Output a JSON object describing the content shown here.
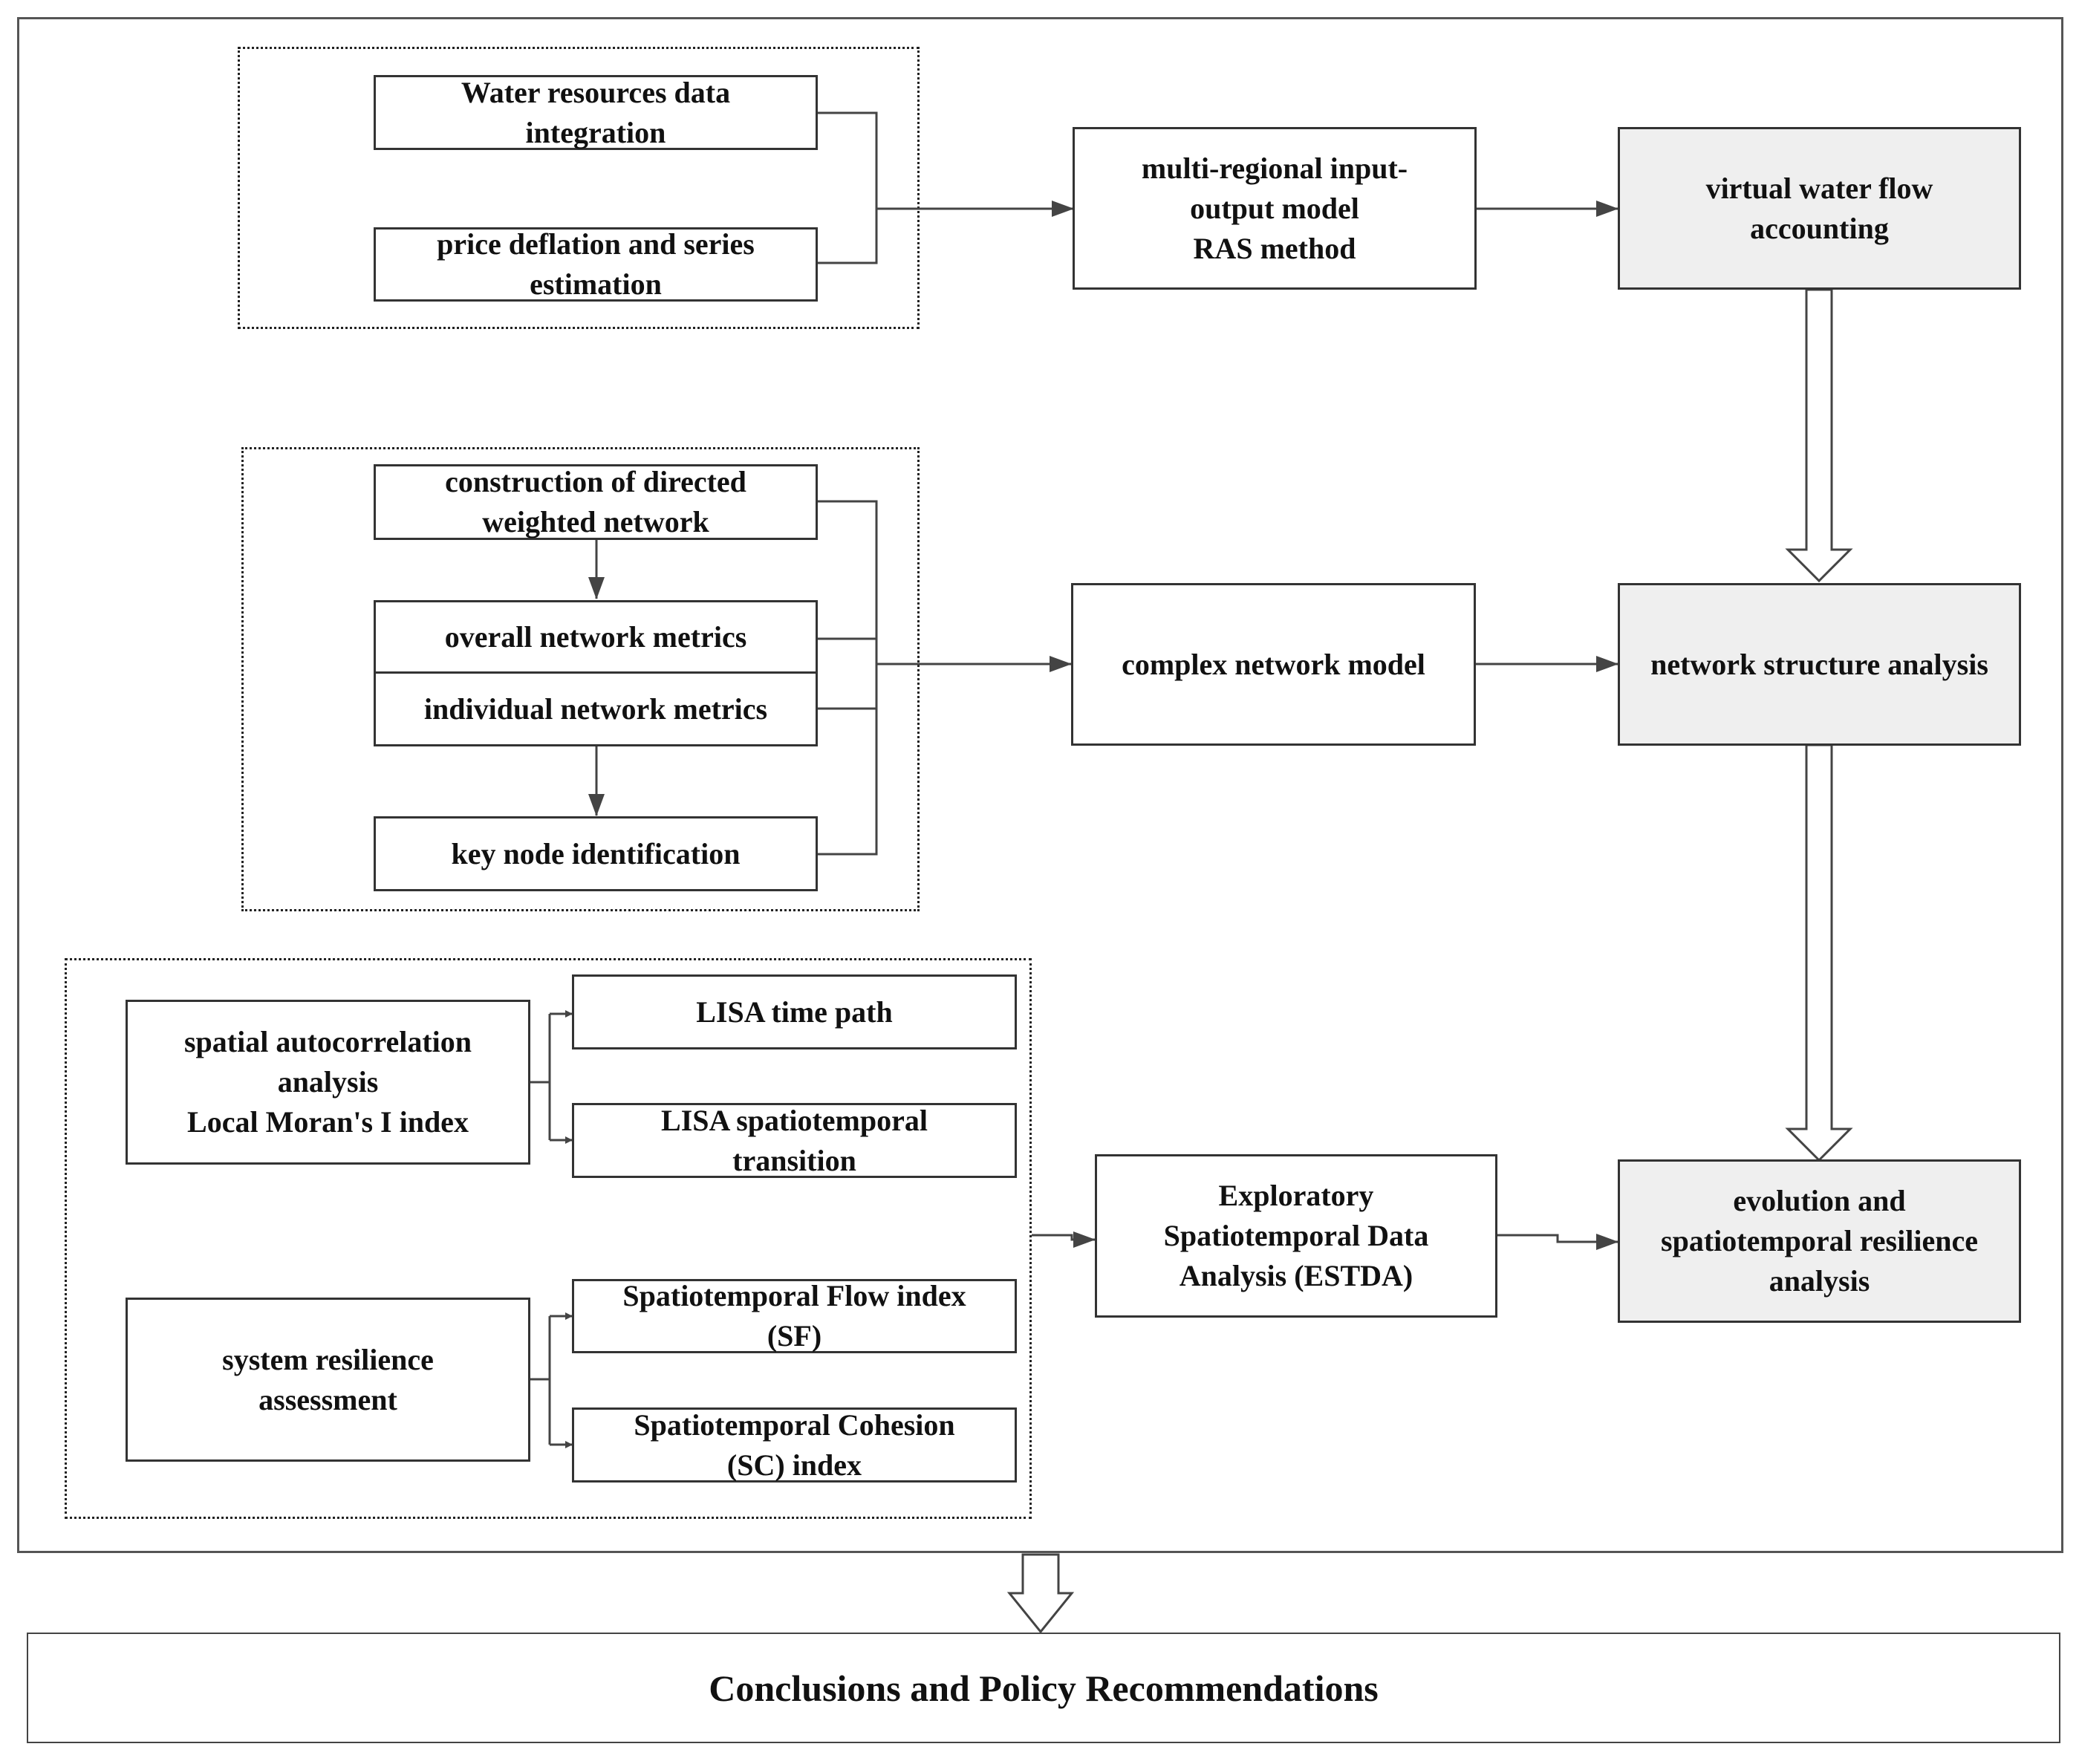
{
  "inputs_group": {
    "water_data": "Water resources data\nintegration",
    "price_deflation": "price deflation and series\nestimation"
  },
  "mrio_model": "multi-regional input-\noutput model\nRAS method",
  "virtual_water": "virtual water flow\naccounting",
  "network_group": {
    "construction": "construction of directed\nweighted network",
    "overall_metrics": "overall network metrics",
    "individual_metrics": "individual network metrics",
    "key_node": "key node identification"
  },
  "complex_network": "complex network model",
  "network_structure": "network structure analysis",
  "estda_group": {
    "spatial_autocorrelation": "spatial autocorrelation\nanalysis\nLocal Moran's I index",
    "lisa_time_path": "LISA time path",
    "lisa_transition": "LISA spatiotemporal\ntransition",
    "system_resilience": "system resilience\nassessment",
    "sf_index": "Spatiotemporal Flow index\n(SF)",
    "sc_index": "Spatiotemporal Cohesion\n(SC) index"
  },
  "estda": "Exploratory\nSpatiotemporal Data\nAnalysis (ESTDA)",
  "evolution": "evolution and\nspatiotemporal resilience\nanalysis",
  "conclusions": "Conclusions and Policy Recommendations"
}
